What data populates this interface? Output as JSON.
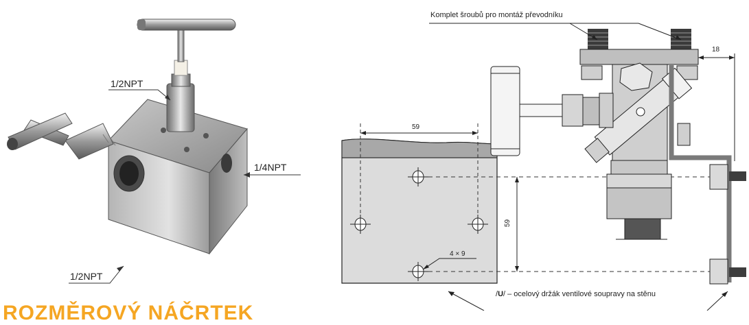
{
  "labels": {
    "npt_top": "1/2NPT",
    "npt_side": "1/4NPT",
    "npt_bottom": "1/2NPT",
    "bolt_set": "Komplet šroubů pro montáž převodníku",
    "dim_18": "18",
    "dim_59_horizontal": "59",
    "dim_59_vertical": "59",
    "holes": "4 × 9",
    "bracket_prefix": "/",
    "bracket_letter": "U",
    "bracket_suffix": "/ – ocelový držák ventilové soupravy na stěnu"
  },
  "heading": "ROZMĚROVÝ NÁČRTEK",
  "colors": {
    "plate_fill": "#dcdcdc",
    "metal": "#8f8f8f",
    "heading": "#f5a623"
  }
}
